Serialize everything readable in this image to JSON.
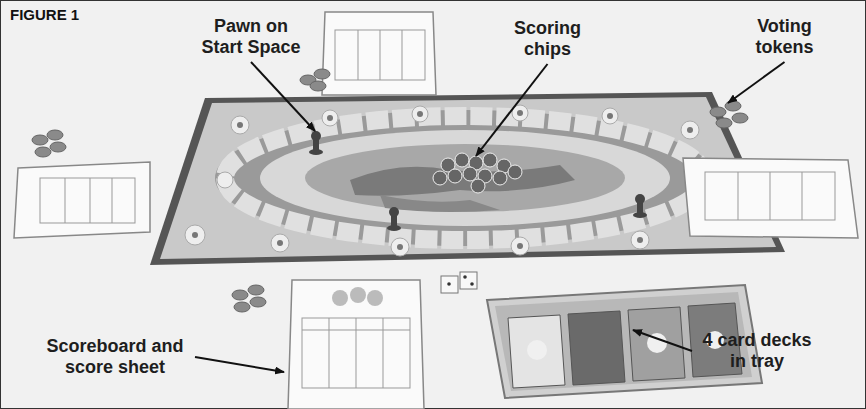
{
  "diagram": {
    "title": "FIGURE 1",
    "labels": [
      "Pawn on Start Space",
      "Scoring chips",
      "Voting tokens",
      "Scoreboard and score sheet",
      "4 card decks in tray"
    ]
  }
}
